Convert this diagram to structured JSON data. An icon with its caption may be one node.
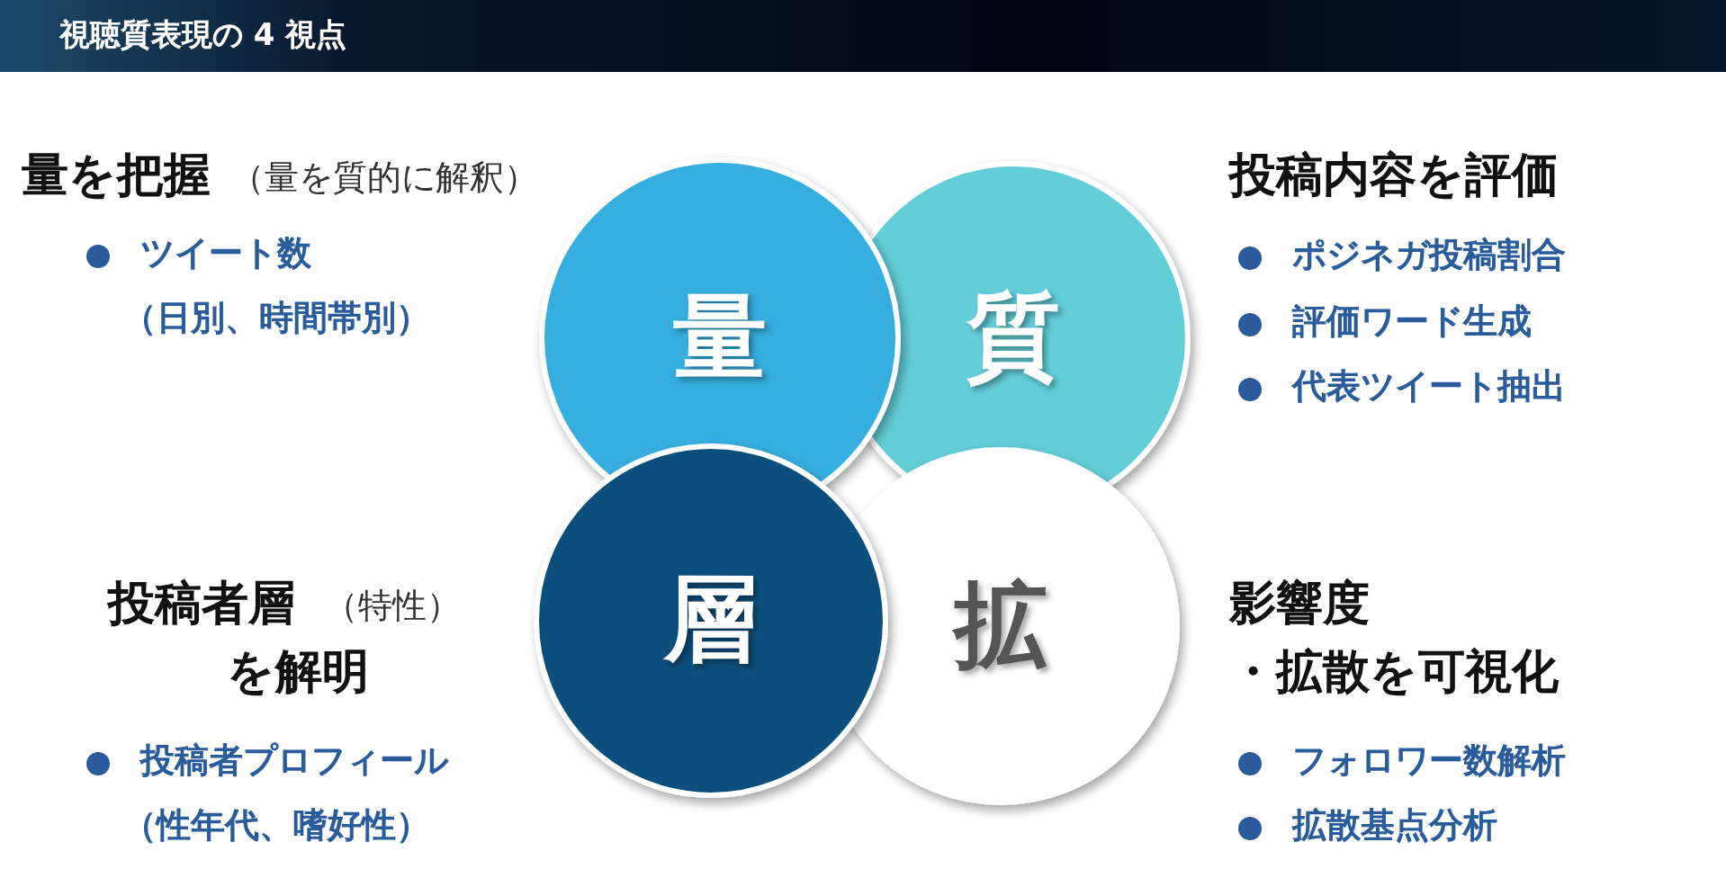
{
  "diagram": {
    "title": "視聴質表現の 4 視点",
    "nodes": [
      {
        "text": [
          "量"
        ]
      },
      {
        "text": [
          "質"
        ]
      },
      {
        "text": [
          "層"
        ]
      },
      {
        "text": [
          "拡"
        ]
      }
    ],
    "edges": [],
    "labels": [
      "量を把握",
      "（量を質的に解釈）",
      "ツイート数",
      "（日別、時間帯別）",
      "投稿内容を評価",
      "ポジネガ投稿割合",
      "評価ワード生成",
      "代表ツイート抽出",
      "投稿者層",
      "（特性）",
      "を解明",
      "投稿者プロフィール",
      "（性年代、嗜好性）",
      "影響度",
      "・拡散を可視化",
      "フォロワー数解析",
      "拡散基点分析"
    ]
  }
}
